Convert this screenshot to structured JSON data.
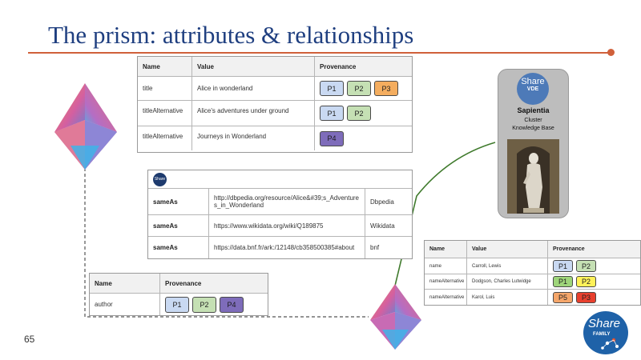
{
  "slide": {
    "title": "The prism: attributes & relationships",
    "page_number": "65"
  },
  "work_table": {
    "headers": [
      "Name",
      "Value",
      "Provenance"
    ],
    "rows": [
      {
        "name": "title",
        "value": "Alice in wonderland",
        "badges": [
          "P1",
          "P2",
          "P3"
        ]
      },
      {
        "name": "titleAlternative",
        "value": "Alice's adventures under ground",
        "badges": [
          "P1",
          "P2"
        ]
      },
      {
        "name": "titleAlternative",
        "value": "Journeys in Wonderland",
        "badges": [
          "P4"
        ]
      }
    ]
  },
  "sameas_table": {
    "logo_text": "Share VDE",
    "rows": [
      {
        "predicate": "sameAs",
        "uri": "http://dbpedia.org/resource/Alice&#39;s_Adventures_in_Wonderland",
        "source": "Dbpedia"
      },
      {
        "predicate": "sameAs",
        "uri": "https://www.wikidata.org/wiki/Q189875",
        "source": "Wikidata"
      },
      {
        "predicate": "sameAs",
        "uri": "https://data.bnf.fr/ark:/12148/cb358500385#about",
        "source": "bnf"
      }
    ]
  },
  "author_table": {
    "headers": [
      "Name",
      "Provenance"
    ],
    "rows": [
      {
        "name": "author",
        "badges": [
          "P1",
          "P2",
          "P4"
        ]
      }
    ]
  },
  "person_table": {
    "headers": [
      "Name",
      "Value",
      "Provenance"
    ],
    "rows": [
      {
        "name": "name",
        "value": "Carroll, Lewis",
        "badges": [
          "P1",
          "P2"
        ]
      },
      {
        "name": "nameAlternative",
        "value": "Dodgson, Charles Lutwidge",
        "badges": [
          "P1",
          "P2"
        ]
      },
      {
        "name": "nameAlternative",
        "value": "Karol, Luis",
        "badges": [
          "P5",
          "P3"
        ]
      }
    ]
  },
  "share_card": {
    "logo_line1": "Share",
    "logo_line2": "VDE",
    "title": "Sapientia",
    "sub1": "Cluster",
    "sub2": "Knowledge Base"
  },
  "share_family_logo": {
    "line1": "Share",
    "line2": "FAMILY"
  },
  "colors": {
    "title": "#1f3f80",
    "rule": "#d0603a",
    "connector_green": "#3f7a2c"
  }
}
